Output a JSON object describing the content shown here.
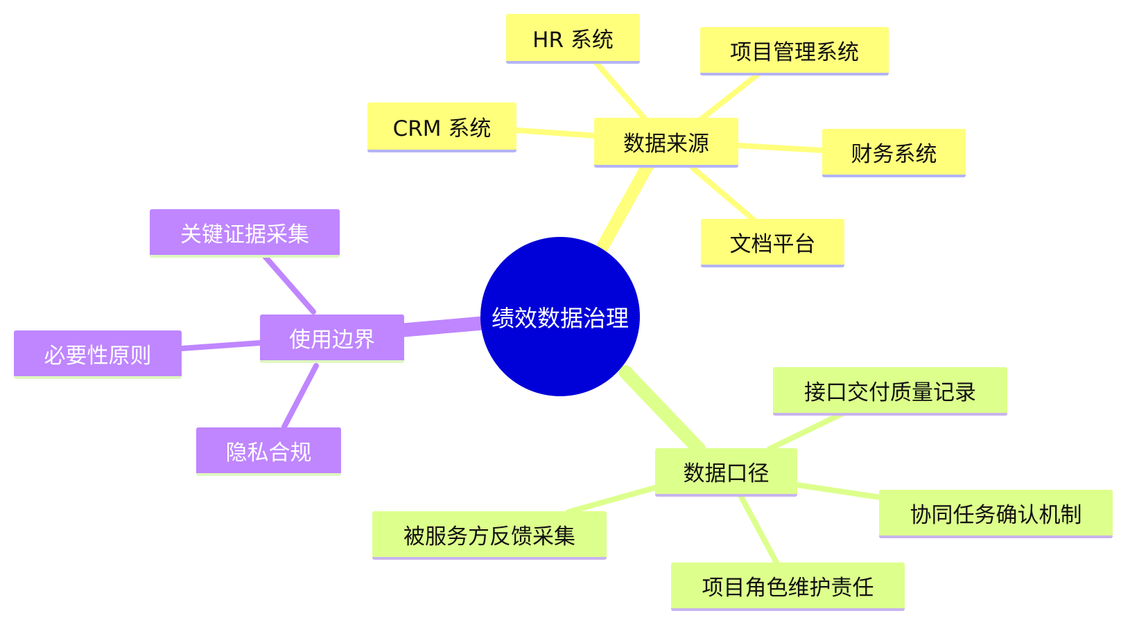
{
  "root": {
    "label": "绩效数据治理",
    "color": "#0000d8"
  },
  "branches": {
    "data_source": {
      "label": "数据来源",
      "color": "#ffff7c",
      "children": [
        "HR 系统",
        "项目管理系统",
        "CRM 系统",
        "财务系统",
        "文档平台"
      ]
    },
    "data_caliber": {
      "label": "数据口径",
      "color": "#ddff8c",
      "children": [
        "接口交付质量记录",
        "协同任务确认机制",
        "被服务方反馈采集",
        "项目角色维护责任"
      ]
    },
    "usage_boundary": {
      "label": "使用边界",
      "color": "#bf86ff",
      "children": [
        "关键证据采集",
        "必要性原则",
        "隐私合规"
      ]
    }
  }
}
